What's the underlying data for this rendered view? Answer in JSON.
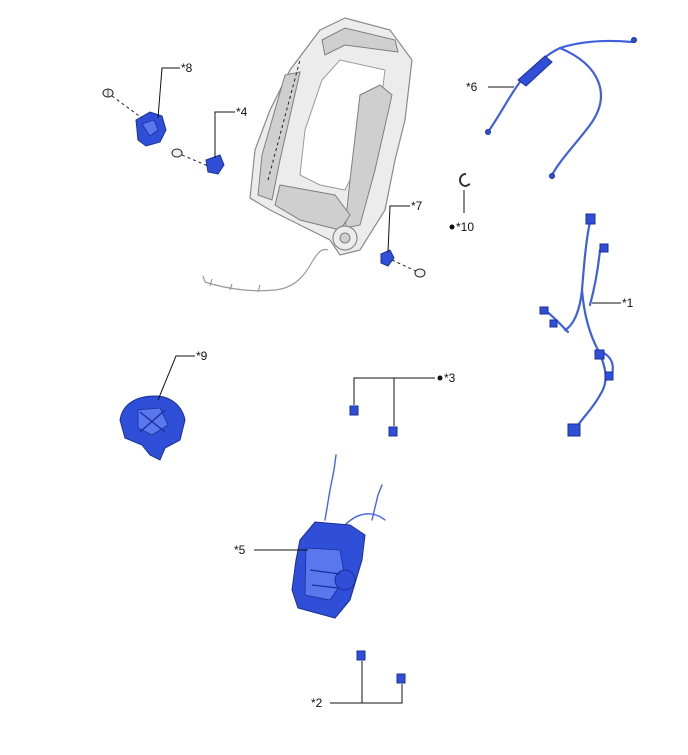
{
  "callouts": {
    "c1": "*1",
    "c2": "*2",
    "c3": "*3",
    "c4": "*4",
    "c5": "*5",
    "c6": "*6",
    "c7": "*7",
    "c8": "*8",
    "c9": "*9",
    "c10": "*10"
  },
  "colors": {
    "part_fill": "#2f4fd8",
    "frame_fill": "#ececec",
    "leader_line": "#111111"
  }
}
